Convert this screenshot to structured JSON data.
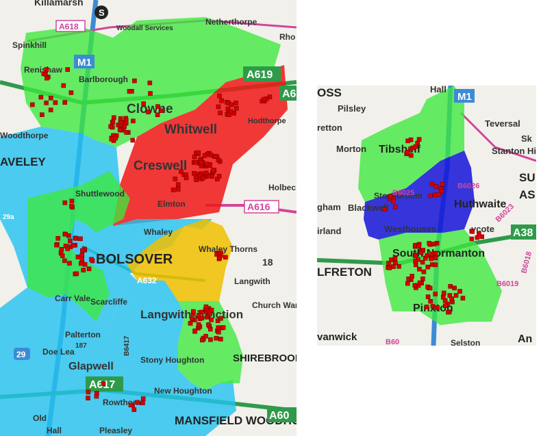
{
  "colors": {
    "green_zone": "#3ce83c",
    "blue_zone": "#22c2f0",
    "red_zone": "#f01818",
    "yellow_zone": "#f0c000",
    "dark_blue_zone": "#1414d8",
    "incident_marker": "#d50000",
    "primary_road": "#2f9a4a",
    "a_road_pink": "#d0459a"
  },
  "left_map": {
    "places": {
      "killamarsh": "Killamarsh",
      "woodall_services": "Woodall Services",
      "netherthorpe": "Netherthorpe",
      "rho": "Rho",
      "spinkhill": "Spinkhill",
      "renishaw": "Renishaw",
      "barlborough": "Barlborough",
      "clowne": "Clowne",
      "whitwell": "Whitwell",
      "hodthorpe": "Hodthorpe",
      "woodthorpe": "Woodthorpe",
      "staveley": "AVELEY",
      "creswell": "Creswell",
      "holbeck": "Holbec",
      "shuttlewood": "Shuttlewood",
      "elmton": "Elmton",
      "whaley": "Whaley",
      "whaley_thorns": "Whaley Thorns",
      "bolsover": "BOLSOVER",
      "carr_vale": "Carr Vale",
      "scarcliffe": "Scarcliffe",
      "langwith": "Langwith",
      "church_warsop": "Church Warsop",
      "langwith_junction": "Langwith Junction",
      "palterton": "Palterton",
      "doe_lea": "Doe Lea",
      "glapwell": "Glapwell",
      "stony_houghton": "Stony Houghton",
      "new_houghton": "New Houghton",
      "shirebrook": "SHIREBROOK",
      "rowthorn": "Rowthorn",
      "old": "Old",
      "hall": "Hall",
      "pleasley": "Pleasley",
      "mansfield_woodhouse": "MANSFIELD WOODHOUSE"
    },
    "roads": [
      "M1",
      "A618",
      "A619",
      "A6",
      "A616",
      "A632",
      "A617",
      "A60",
      "B6417",
      "29",
      "29a",
      "18",
      "187"
    ]
  },
  "right_map": {
    "places": {
      "oss": "OSS",
      "pilsley": "Pilsley",
      "stretton": "retton",
      "morton": "Morton",
      "tibshelf": "Tibshelf",
      "teversal": "Teversal",
      "stanton_hill": "Stanton Hill",
      "sk": "Sk",
      "su": "SU",
      "as": "AS",
      "stonebroom": "Stonebroom",
      "blackwell": "Blackwell",
      "huthwaite": "Huthwaite",
      "shirland": "irland",
      "higham": "gham",
      "westhouses": "Westhouses",
      "sutton_hill": "Hall",
      "south_normanton": "South Normanton",
      "alfreton": "LFRETON",
      "pinxton": "Pinxton",
      "ridings": "ycote",
      "swanwick": "vanwick",
      "selston": "Selston",
      "an": "An"
    },
    "roads": [
      "M1",
      "A38",
      "B6026",
      "B6023",
      "B6018",
      "B6019",
      "B6025",
      "B60"
    ]
  }
}
